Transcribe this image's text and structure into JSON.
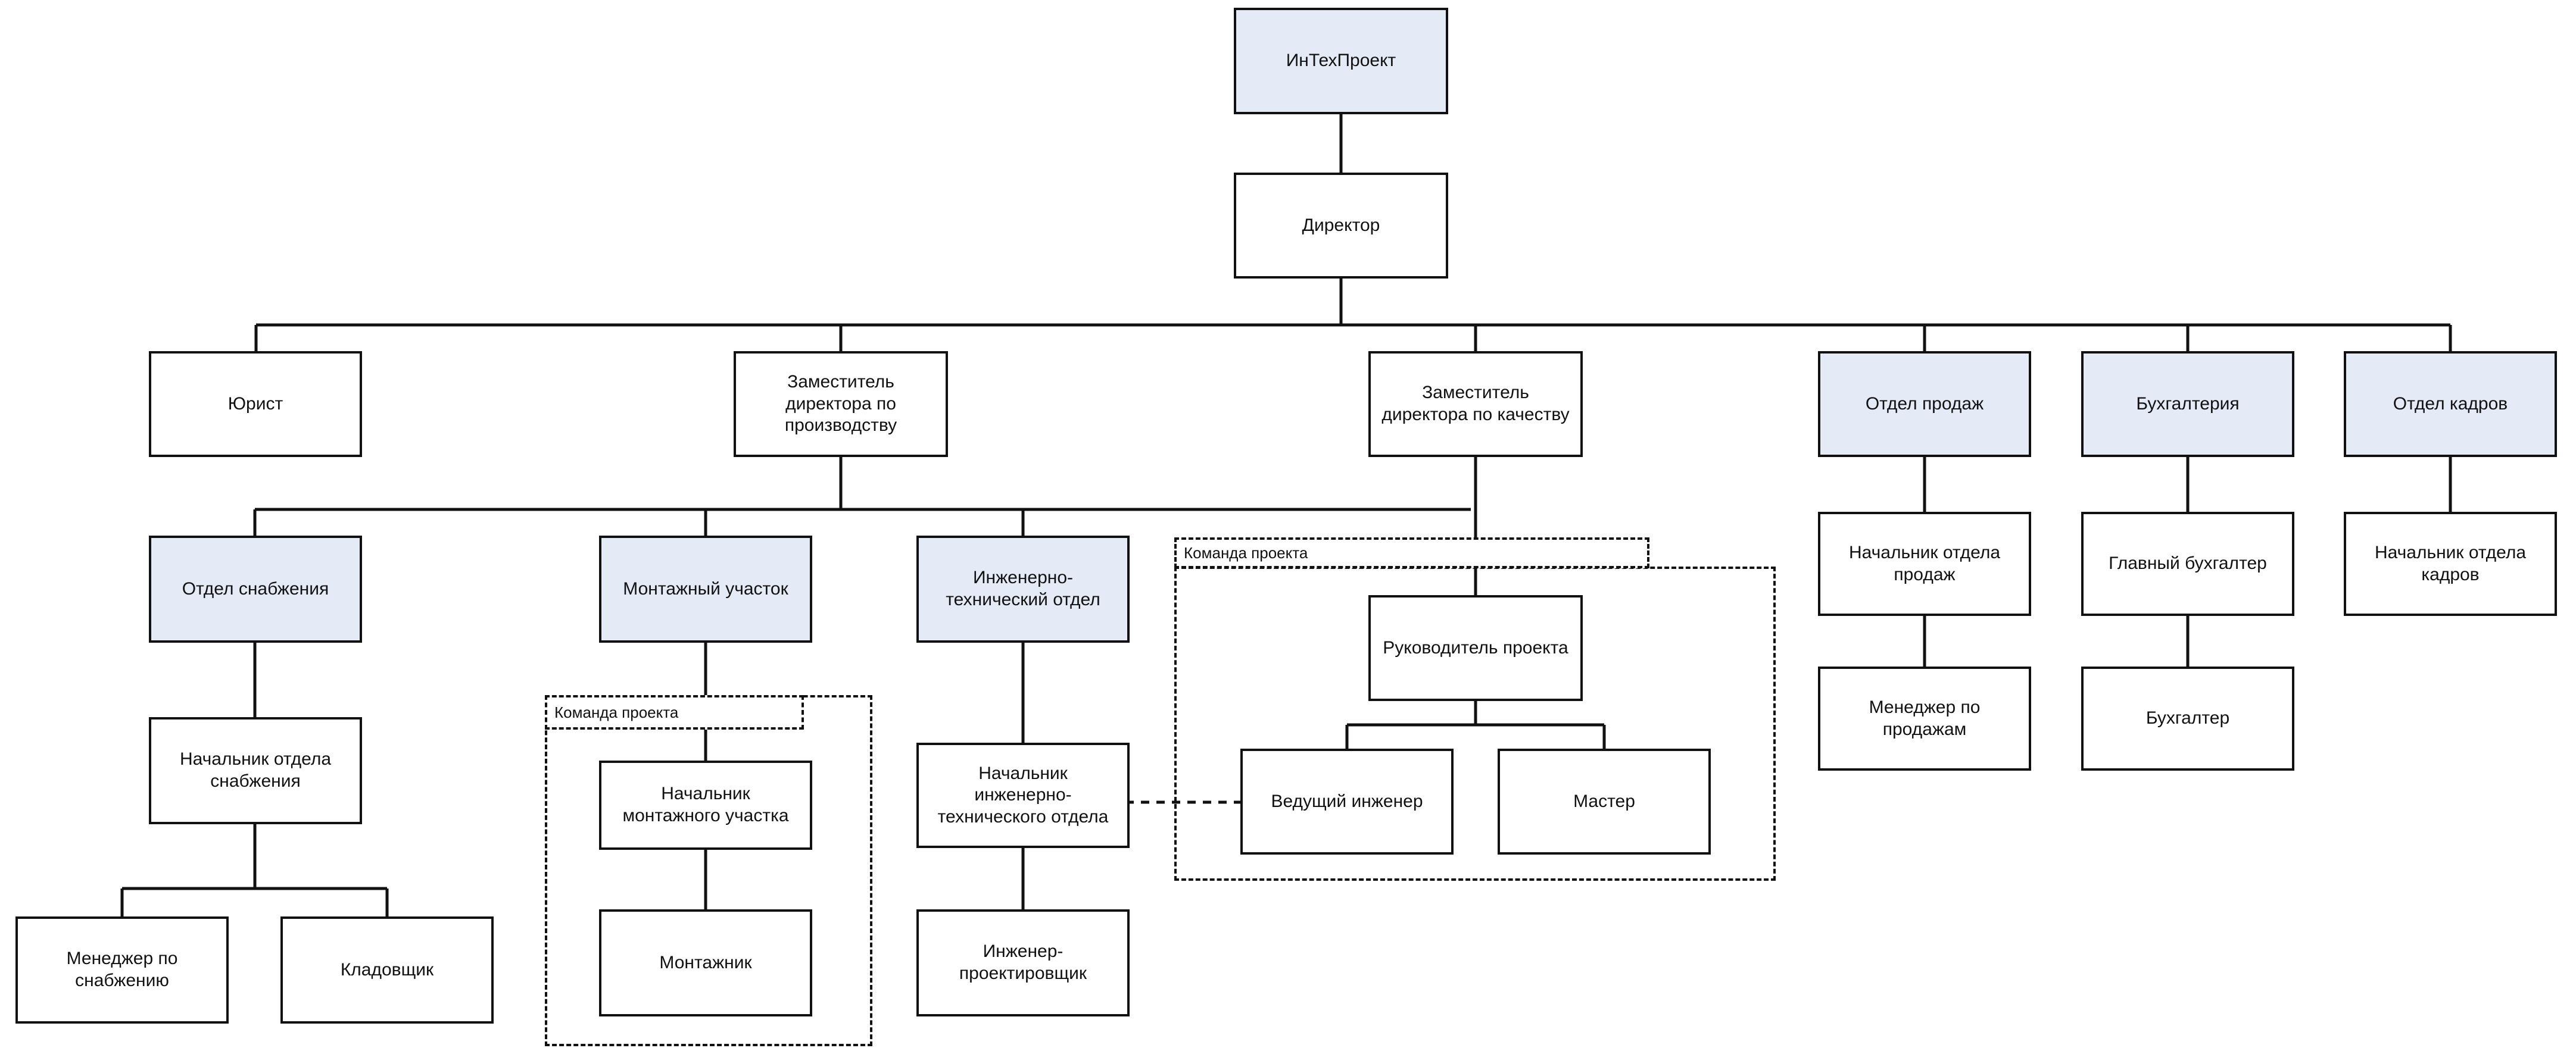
{
  "chart_title": "ИнТехПроект",
  "colors": {
    "accent_fill": "#e4ebf7",
    "plain_fill": "#ffffff",
    "stroke": "#111111",
    "background": "#ffffff"
  },
  "groups": [
    {
      "id": "team-left",
      "label": "Команда проекта"
    },
    {
      "id": "team-right",
      "label": "Команда проекта"
    }
  ],
  "nodes": {
    "root": {
      "label": "ИнТехПроект",
      "style": "accent"
    },
    "director": {
      "label": "Директор",
      "style": "plain"
    },
    "lawyer": {
      "label": "Юрист",
      "style": "plain"
    },
    "deputy_production": {
      "label": "Заместитель\nдиректора по\nпроизводству",
      "style": "plain"
    },
    "deputy_quality": {
      "label": "Заместитель\nдиректора по качеству",
      "style": "plain"
    },
    "sales_dept": {
      "label": "Отдел продаж",
      "style": "accent"
    },
    "accounting_dept": {
      "label": "Бухгалтерия",
      "style": "accent"
    },
    "hr_dept": {
      "label": "Отдел кадров",
      "style": "accent"
    },
    "supply_dept": {
      "label": "Отдел снабжения",
      "style": "accent"
    },
    "assembly_site": {
      "label": "Монтажный участок",
      "style": "accent"
    },
    "engineering_dept": {
      "label": "Инженерно-\nтехнический отдел",
      "style": "accent"
    },
    "supply_head": {
      "label": "Начальник отдела\nснабжения",
      "style": "plain"
    },
    "supply_manager": {
      "label": "Менеджер по\nснабжению",
      "style": "plain"
    },
    "storekeeper": {
      "label": "Кладовщик",
      "style": "plain"
    },
    "assembly_head": {
      "label": "Начальник\nмонтажного участка",
      "style": "plain"
    },
    "assembler": {
      "label": "Монтажник",
      "style": "plain"
    },
    "engineering_head": {
      "label": "Начальник\nинженерно-\nтехнического отдела",
      "style": "plain"
    },
    "design_engineer": {
      "label": "Инженер-\nпроектировщик",
      "style": "plain"
    },
    "project_manager": {
      "label": "Руководитель проекта",
      "style": "plain"
    },
    "lead_engineer": {
      "label": "Ведущий инженер",
      "style": "plain"
    },
    "foreman": {
      "label": "Мастер",
      "style": "plain"
    },
    "sales_head": {
      "label": "Начальник отдела\nпродаж",
      "style": "plain"
    },
    "sales_manager": {
      "label": "Менеджер по\nпродажам",
      "style": "plain"
    },
    "chief_accountant": {
      "label": "Главный бухгалтер",
      "style": "plain"
    },
    "accountant": {
      "label": "Бухгалтер",
      "style": "plain"
    },
    "hr_head": {
      "label": "Начальник отдела\nкадров",
      "style": "plain"
    }
  },
  "hierarchy": {
    "root": [
      "director"
    ],
    "director": [
      "lawyer",
      "deputy_production",
      "deputy_quality",
      "sales_dept",
      "accounting_dept",
      "hr_dept"
    ],
    "deputy_production": [
      "supply_dept",
      "assembly_site",
      "engineering_dept"
    ],
    "deputy_quality": [
      "project_manager"
    ],
    "supply_dept": [
      "supply_head"
    ],
    "supply_head": [
      "supply_manager",
      "storekeeper"
    ],
    "assembly_site": [
      "assembly_head"
    ],
    "assembly_head": [
      "assembler"
    ],
    "engineering_dept": [
      "engineering_head"
    ],
    "engineering_head": [
      "design_engineer"
    ],
    "project_manager": [
      "lead_engineer",
      "foreman"
    ],
    "sales_dept": [
      "sales_head"
    ],
    "sales_head": [
      "sales_manager"
    ],
    "accounting_dept": [
      "chief_accountant"
    ],
    "chief_accountant": [
      "accountant"
    ],
    "hr_dept": [
      "hr_head"
    ]
  },
  "dotted_relation": {
    "from": "engineering_head",
    "to": "lead_engineer"
  }
}
